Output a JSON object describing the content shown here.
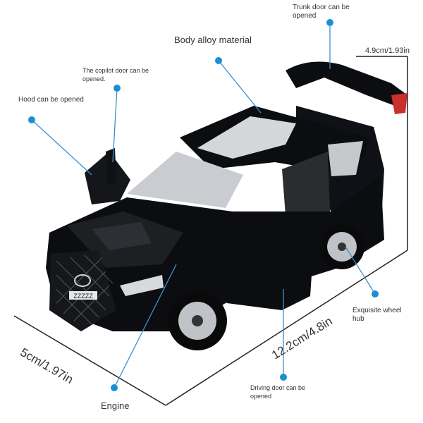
{
  "callouts": {
    "trunk_door": "Trunk door can be opened",
    "body_alloy": "Body alloy material",
    "copilot_door": "The copilot door can be opened.",
    "hood": "Hood can be opened",
    "wheel_hub": "Exquisite wheel hub",
    "driving_door": "Driving door can be opened",
    "engine": "Engine"
  },
  "dimensions": {
    "height": "4.9cm/1.93in",
    "length": "12.2cm/4.8in",
    "width": "5cm/1.97in"
  },
  "plate_text": "ZZZZZ",
  "colors": {
    "callout_line": "#3b8fc9",
    "callout_dot": "#1b8fd4",
    "car_body": "#0c0d10",
    "dimension_line": "#222222"
  }
}
